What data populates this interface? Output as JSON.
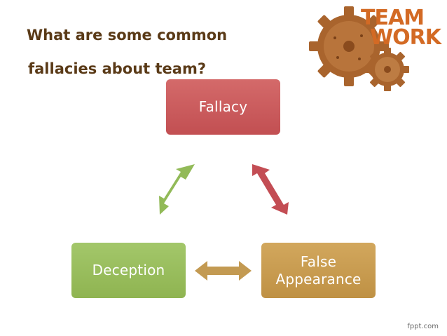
{
  "title": {
    "line1": "What are some common",
    "line2": "fallacies about team?"
  },
  "diagram": {
    "nodes": {
      "fallacy": "Fallacy",
      "deception": "Deception",
      "false_appearance_line1": "False",
      "false_appearance_line2": "Appearance"
    },
    "arrow_colors": {
      "fallacy_deception": "#92ba58",
      "fallacy_false_appearance": "#c34d54",
      "deception_false_appearance": "#c39a52"
    },
    "node_colors": {
      "fallacy": "#c95a5d",
      "deception": "#98bd5c",
      "false_appearance": "#c89b4f"
    }
  },
  "logo": {
    "line1": "TEAM",
    "line2": "WORK",
    "icon": "gears-icon"
  },
  "footer": {
    "text": "fppt.com"
  }
}
